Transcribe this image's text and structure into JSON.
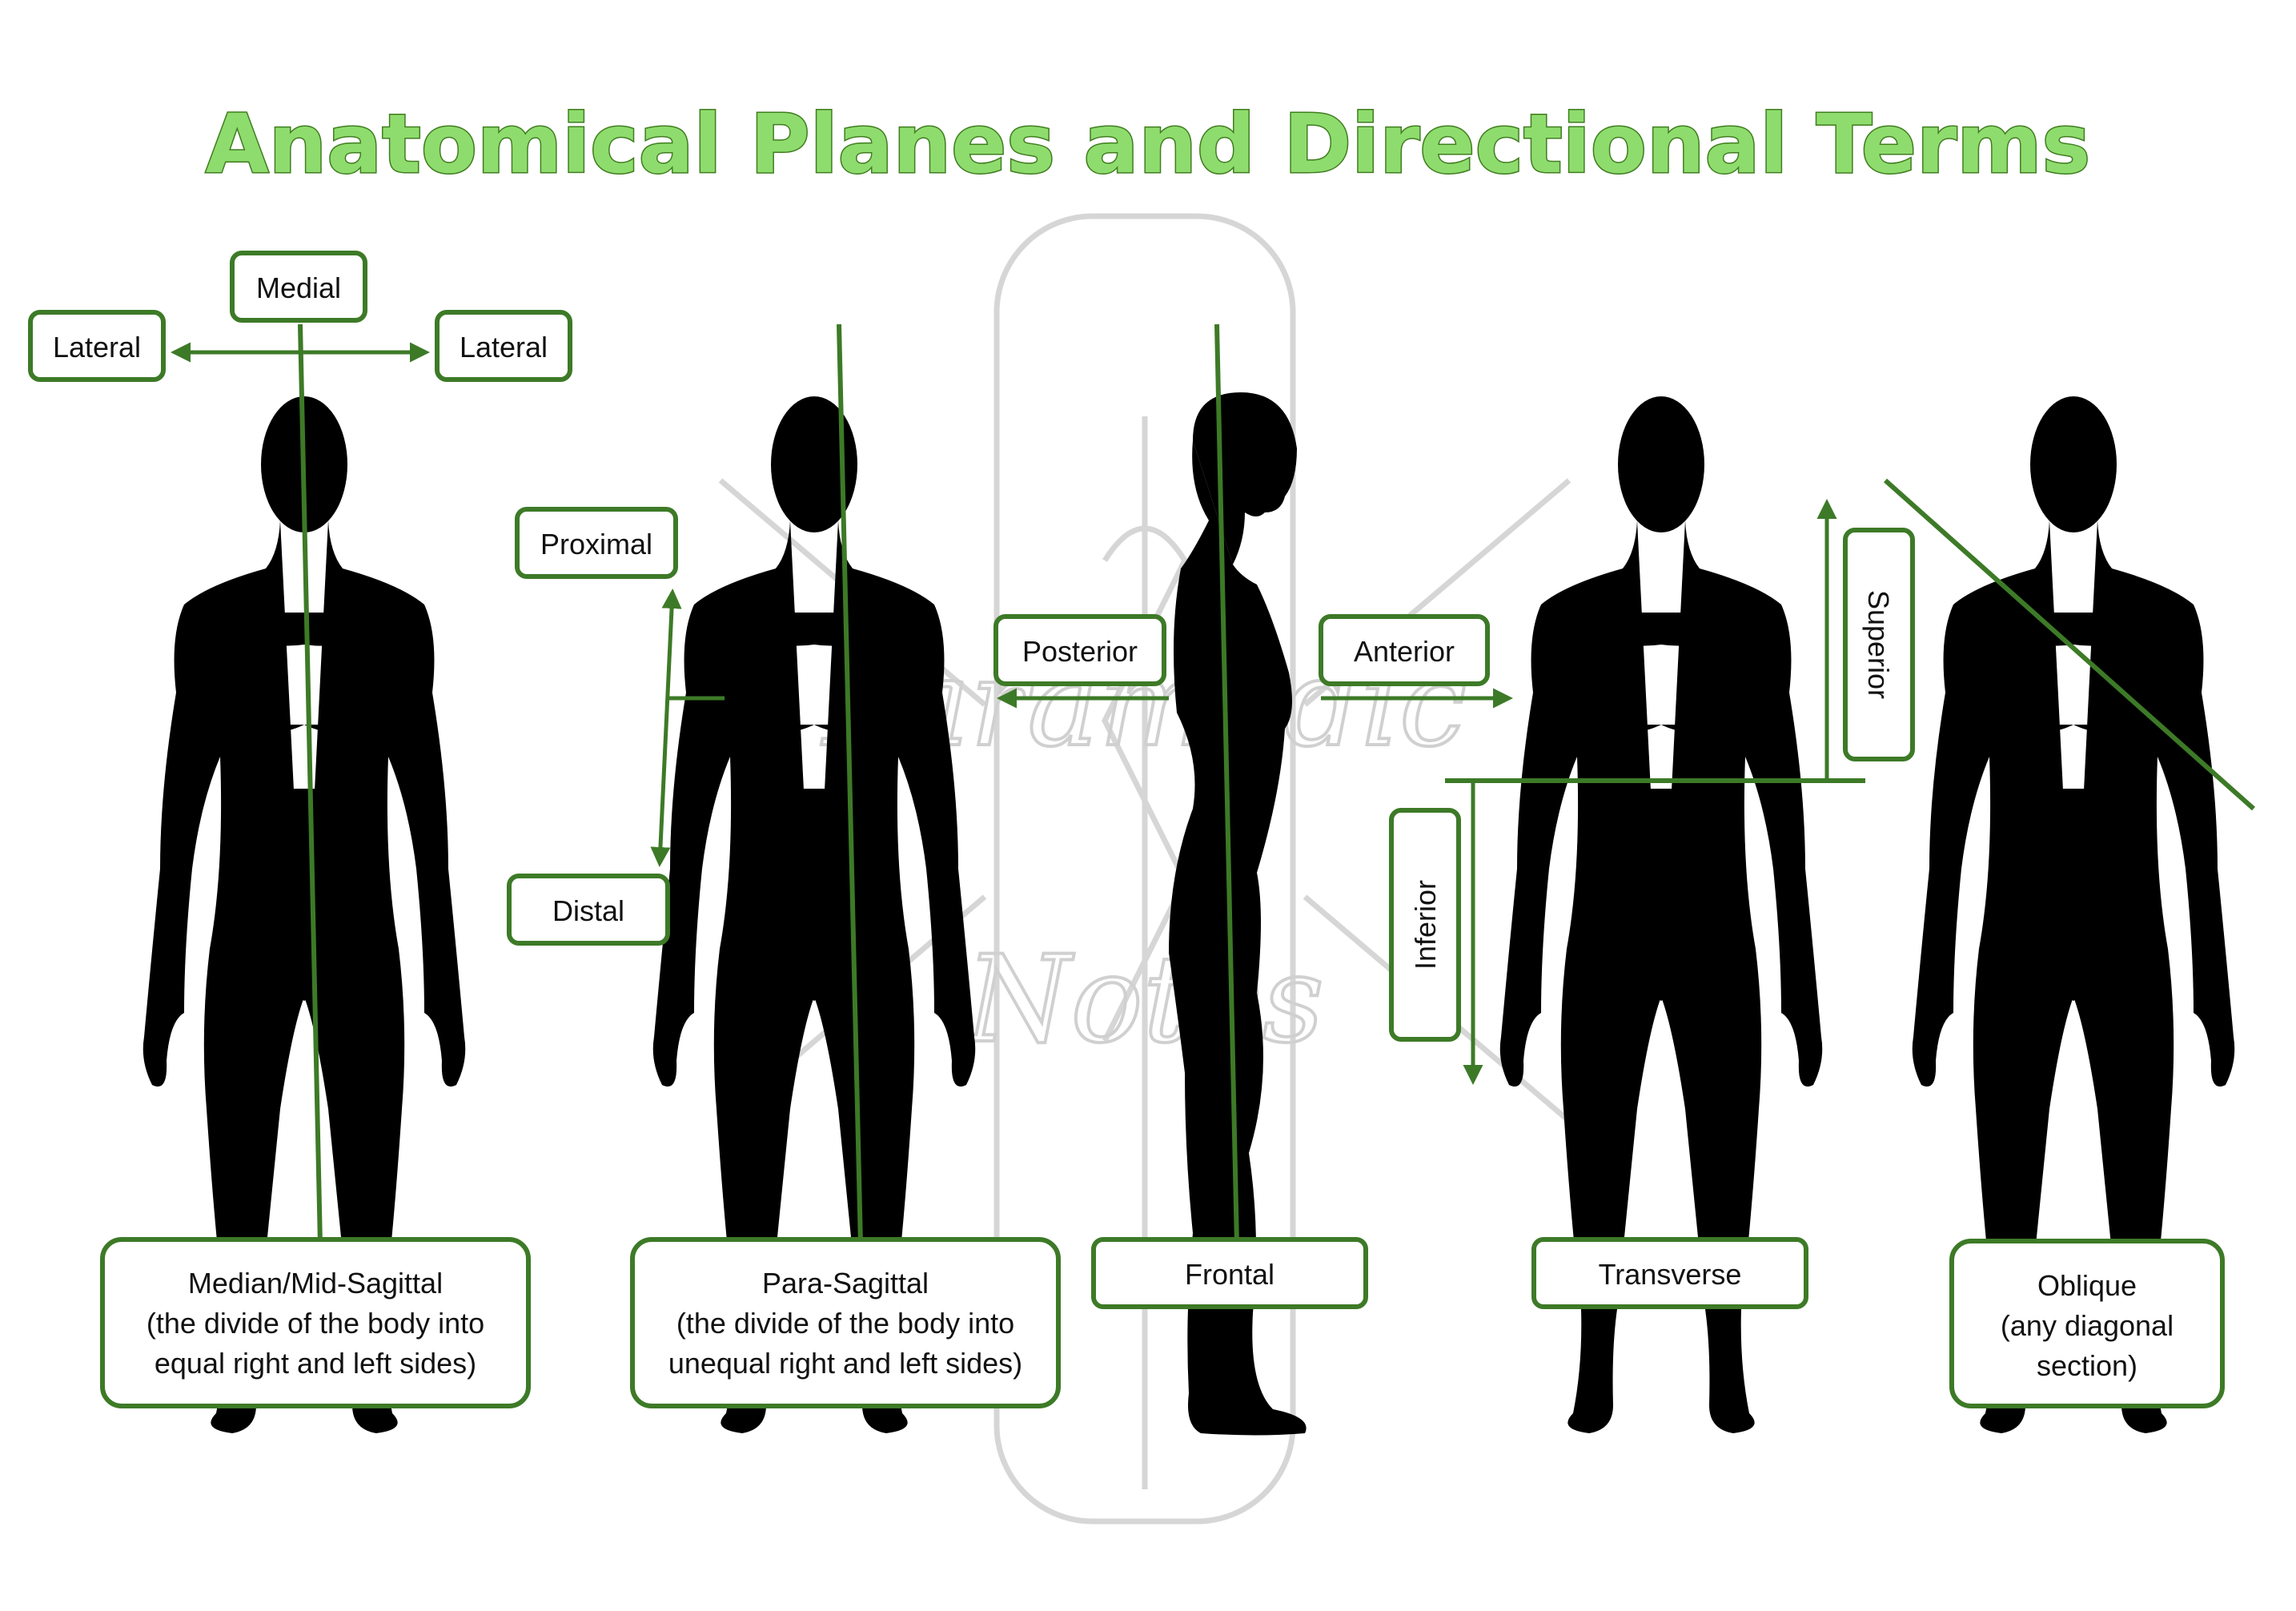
{
  "title": "Anatomical Planes and Directional Terms",
  "watermark": {
    "line1": "Paramedic",
    "line2": "Notes"
  },
  "labels": {
    "medial": "Medial",
    "lateral_left": "Lateral",
    "lateral_right": "Lateral",
    "proximal": "Proximal",
    "distal": "Distal",
    "posterior": "Posterior",
    "anterior": "Anterior",
    "superior": "Superior",
    "inferior": "Inferior"
  },
  "captions": {
    "median": {
      "line1": "Median/Mid-Sagittal",
      "line2": "(the divide of the body into",
      "line3": "equal right and left sides)"
    },
    "para": {
      "line1": "Para-Sagittal",
      "line2": "(the divide of the body into",
      "line3": "unequal right and left sides)"
    },
    "frontal": {
      "line1": "Frontal"
    },
    "transverse": {
      "line1": "Transverse"
    },
    "oblique": {
      "line1": "Oblique",
      "line2": "(any diagonal",
      "line3": "section)"
    }
  },
  "colors": {
    "accent": "#3d7a27",
    "title_fill": "#8fdc6e",
    "watermark": "#d6d6d6"
  }
}
